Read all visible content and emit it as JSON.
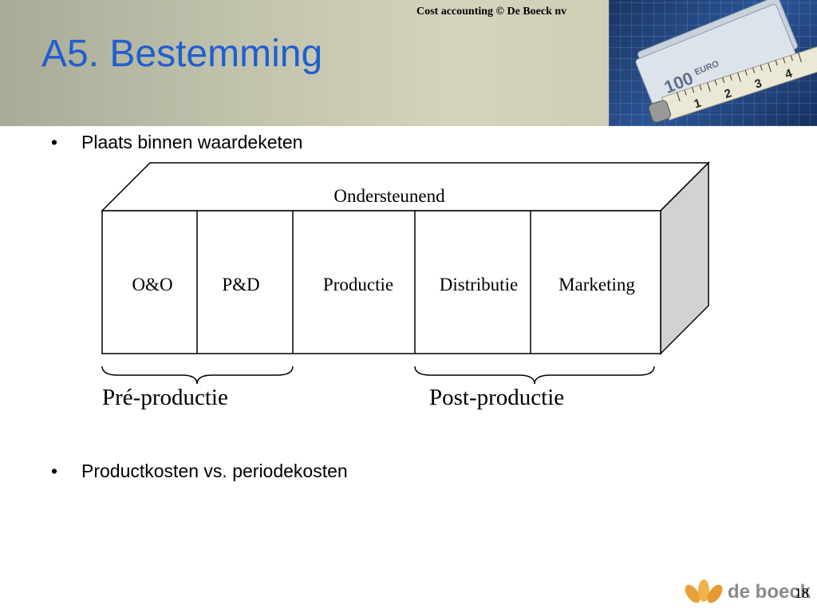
{
  "header": {
    "copyright": "Cost accounting © De Boeck nv",
    "title": "A5. Bestemming"
  },
  "bullets": [
    "Plaats binnen waardeketen",
    "Productkosten vs. periodekosten"
  ],
  "diagram": {
    "top_label": "Ondersteunend",
    "boxes": [
      "O&O",
      "P&D",
      "Productie",
      "Distributie",
      "Marketing"
    ],
    "brace_labels": [
      "Pré-productie",
      "Post-productie"
    ]
  },
  "photo": {
    "banknote_value": "100",
    "banknote_currency": "EURO",
    "ruler_numbers": [
      "1",
      "2",
      "3",
      "4"
    ]
  },
  "footer": {
    "logo_text": "de boeck",
    "page_number": "18"
  }
}
